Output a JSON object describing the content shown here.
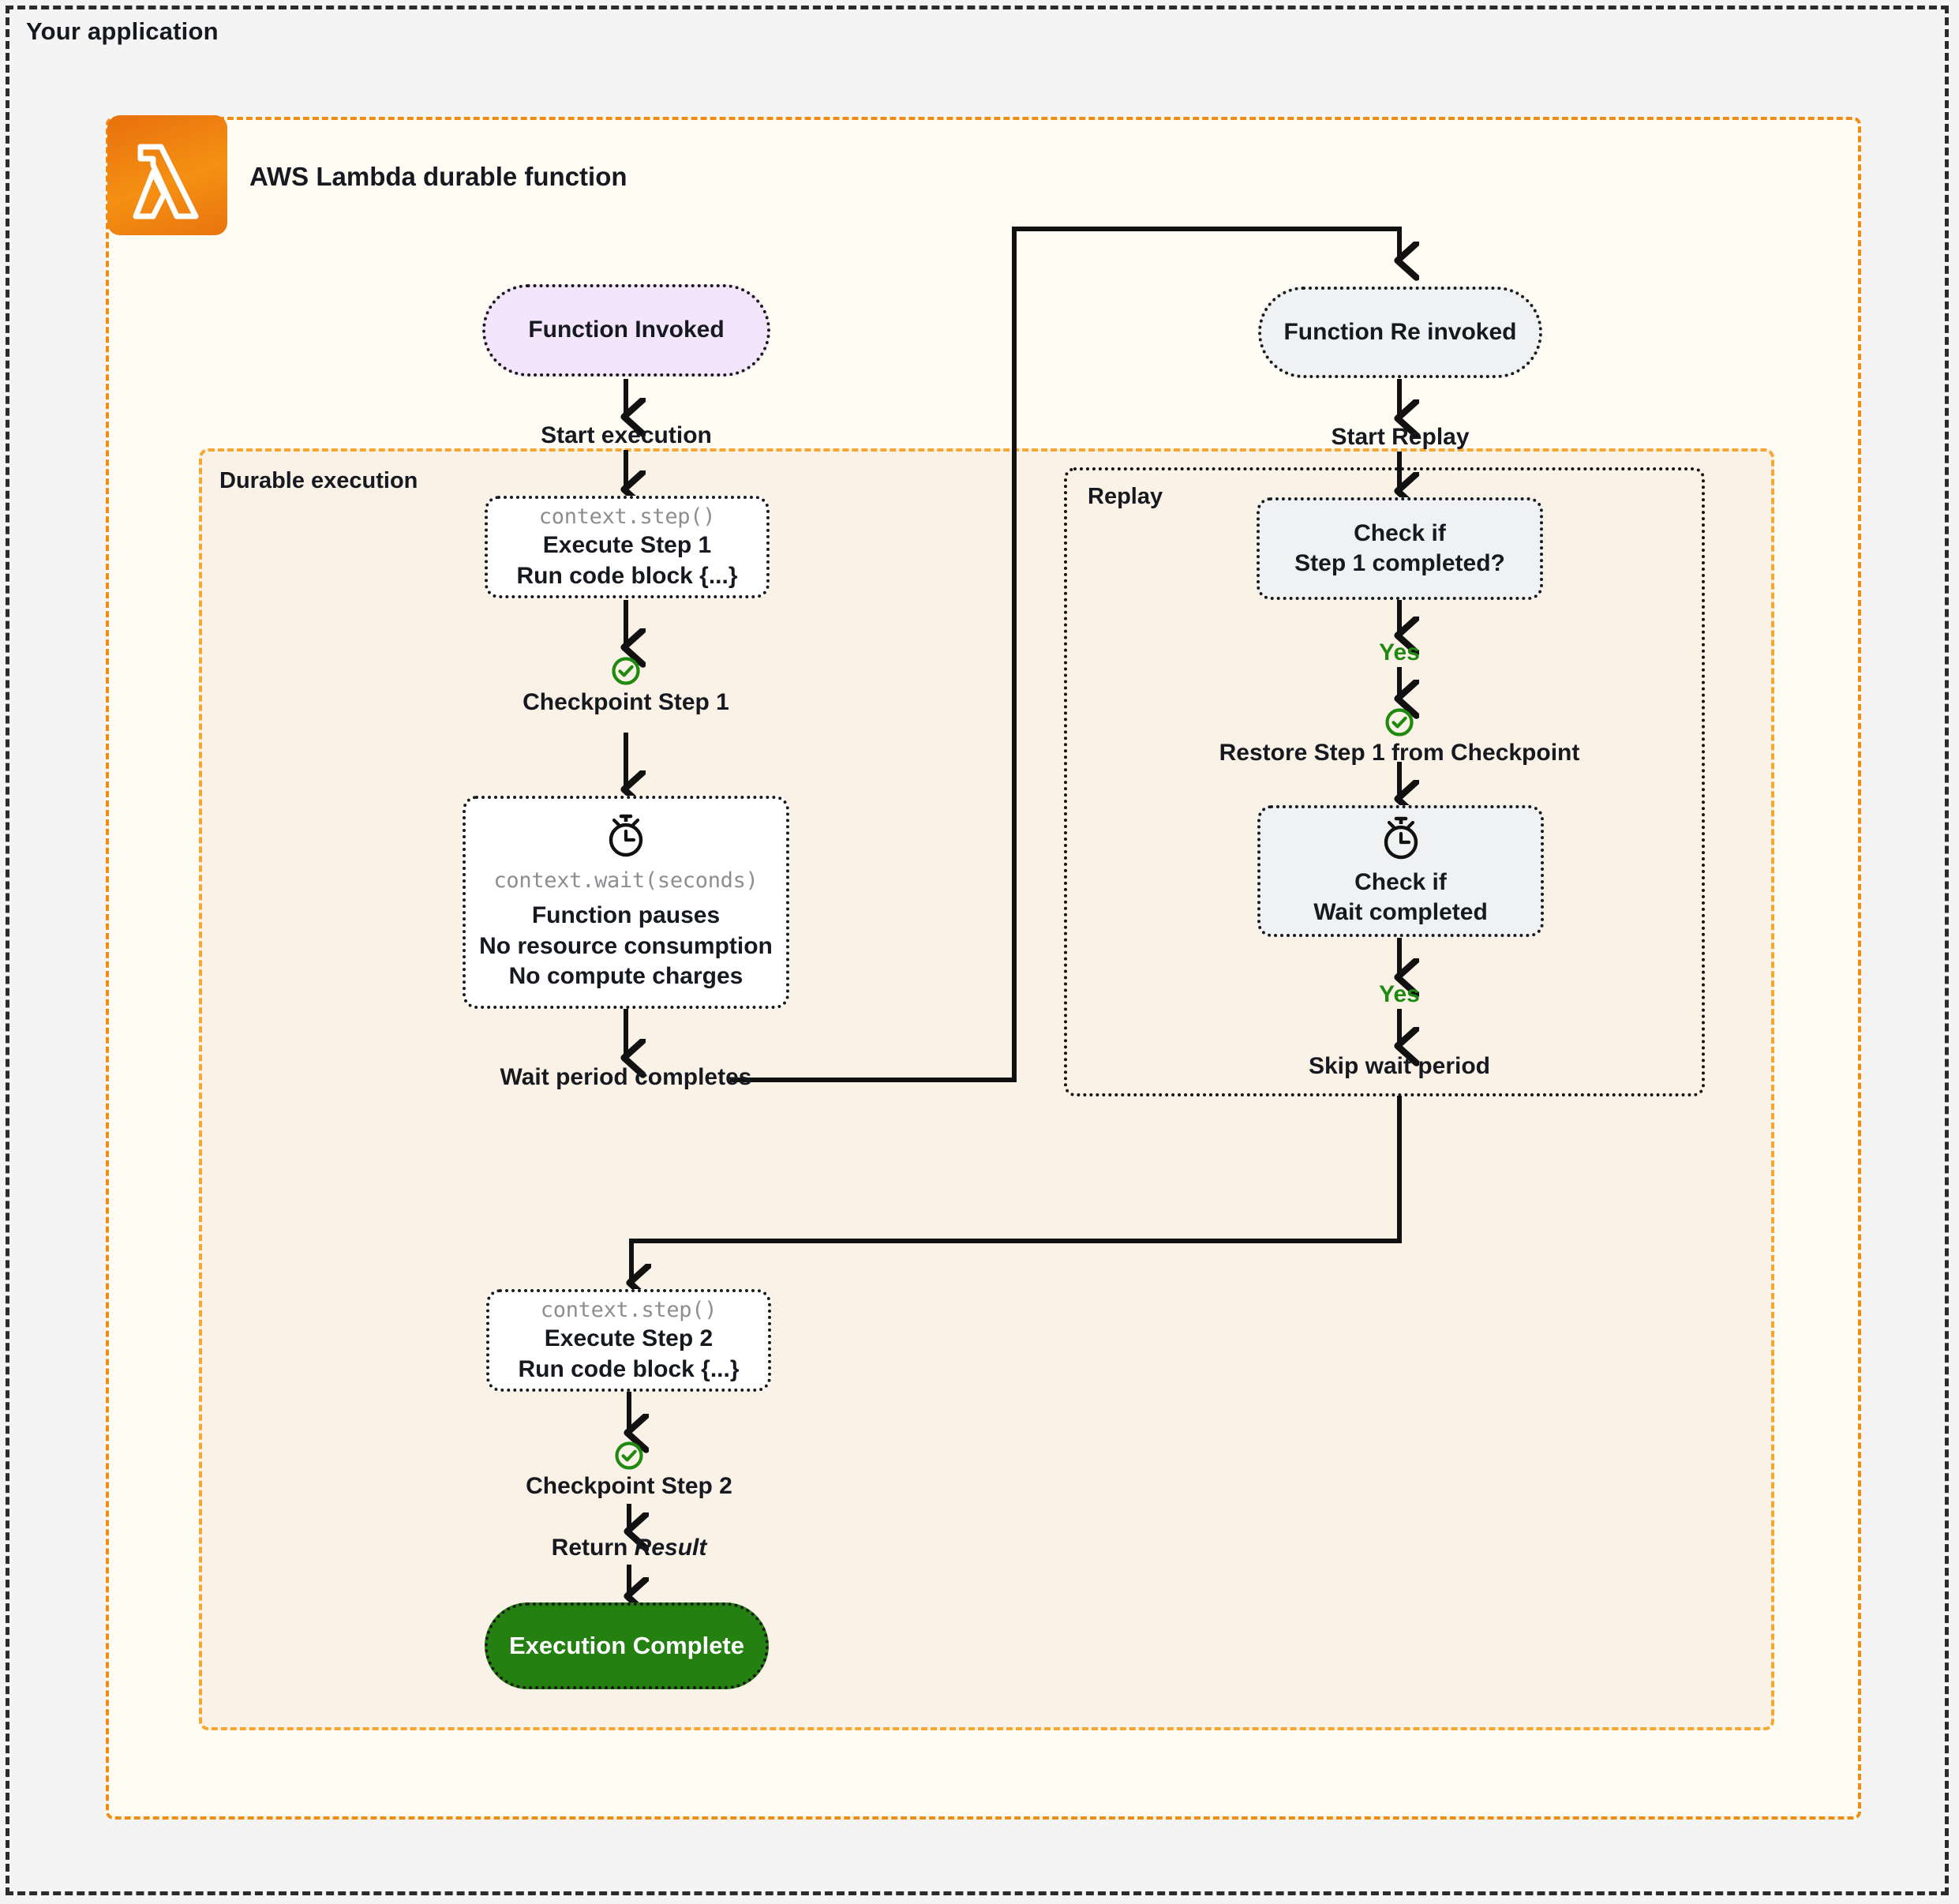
{
  "app": {
    "title": "Your application",
    "lambda_label": "AWS Lambda durable function",
    "lambda_icon": "aws-lambda-icon"
  },
  "containers": {
    "durable": {
      "label": "Durable execution",
      "border_color": "#f5a734",
      "fill": "#fbf2e7"
    },
    "replay": {
      "label": "Replay",
      "border_color": "#131313",
      "fill": "transparent"
    },
    "lambda": {
      "border_color": "#f08c14",
      "fill": "#fffcf4"
    }
  },
  "colors": {
    "accent_orange": "#f08c14",
    "lavender": "#f3e6fc",
    "gray_node": "#f0f1f3",
    "success_green": "#248010",
    "yes_green": "#1f8a10",
    "page_bg": "#f4f4f4"
  },
  "nodes": {
    "function_invoked": {
      "label": "Function Invoked",
      "fill": "#f3e6fc",
      "shape": "pill"
    },
    "function_reinvoked": {
      "label": "Function Re invoked",
      "fill": "#f0f1f3",
      "shape": "pill"
    },
    "execute_step_1": {
      "code": "context.step()",
      "line1": "Execute Step 1",
      "line2": "Run code block {...}",
      "fill": "#ffffff",
      "shape": "box"
    },
    "wait_block": {
      "icon": "stopwatch-icon",
      "code": "context.wait(seconds)",
      "line1": "Function pauses",
      "line2": "No resource consumption",
      "line3": "No compute charges",
      "fill": "#ffffff",
      "shape": "box"
    },
    "execute_step_2": {
      "code": "context.step()",
      "line1": "Execute Step 2",
      "line2": "Run code block {...}",
      "fill": "#ffffff",
      "shape": "box"
    },
    "execution_complete": {
      "label": "Execution Complete",
      "fill": "#248010",
      "shape": "pill"
    },
    "check_step_1": {
      "line1": "Check if",
      "line2": "Step 1 completed?",
      "fill": "#f0f1f3",
      "shape": "box"
    },
    "check_wait": {
      "icon": "stopwatch-icon",
      "line1": "Check if",
      "line2": "Wait completed",
      "fill": "#f0f1f3",
      "shape": "box"
    }
  },
  "edge_labels": {
    "start_execution": "Start execution",
    "checkpoint_step_1": "Checkpoint Step 1",
    "wait_period_completes": "Wait period completes",
    "checkpoint_step_2": "Checkpoint Step 2",
    "return_prefix": "Return ",
    "return_result": "Result",
    "start_replay": "Start Replay",
    "yes_step_1": "Yes",
    "restore_step_1": "Restore Step 1 from Checkpoint",
    "yes_wait": "Yes",
    "skip_wait_period": "Skip wait period"
  }
}
